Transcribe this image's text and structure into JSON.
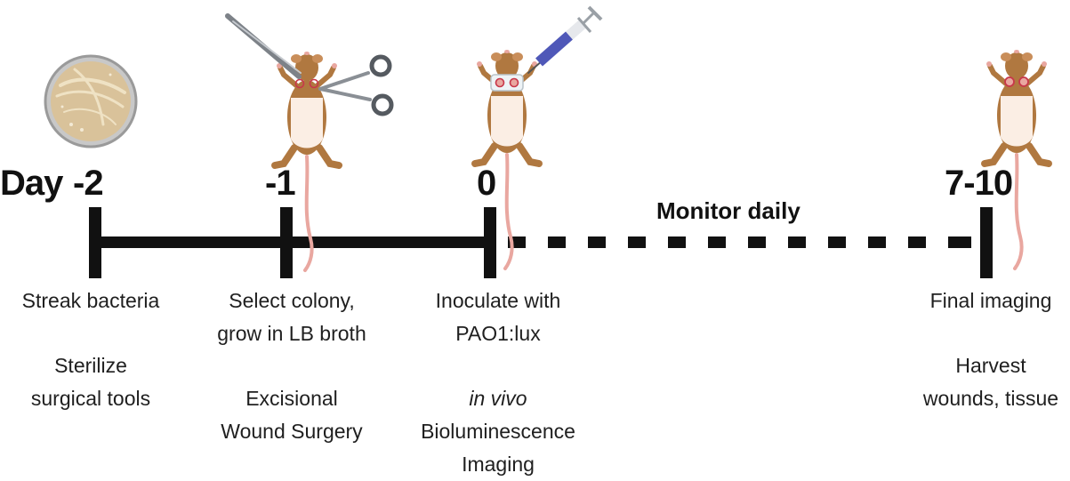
{
  "timeline": {
    "day_label": "Day",
    "days": [
      "-2",
      "-1",
      "0",
      "7-10"
    ],
    "monitor_label": "Monitor daily"
  },
  "steps": {
    "d_minus2": {
      "line1": "Streak bacteria",
      "line2": "Sterilize",
      "line3": "surgical tools"
    },
    "d_minus1": {
      "line1": "Select colony,",
      "line2": "grow in LB broth",
      "line3": "Excisional",
      "line4": "Wound Surgery"
    },
    "d0": {
      "line1": "Inoculate with",
      "line2": "PAO1:lux",
      "line3": "in vivo",
      "line4": "Bioluminescence",
      "line5": "Imaging"
    },
    "d7_10": {
      "line1": "Final imaging",
      "line2": "Harvest",
      "line3": "wounds, tissue"
    }
  },
  "colors": {
    "line": "#111111",
    "mouse_fur": "#b07840",
    "mouse_belly": "#fbeee4",
    "mouse_pink": "#e9a7a0",
    "wound_ring": "#c8374a",
    "plate_fill": "#d9c29a",
    "plate_rim": "#9a9a9a",
    "syringe_barrel": "#4f58b8",
    "syringe_needle": "#555555",
    "steel": "#8a8f95"
  },
  "icons": [
    "petri-dish-icon",
    "forceps-icon",
    "scissors-icon",
    "syringe-icon",
    "mouse-icon"
  ]
}
